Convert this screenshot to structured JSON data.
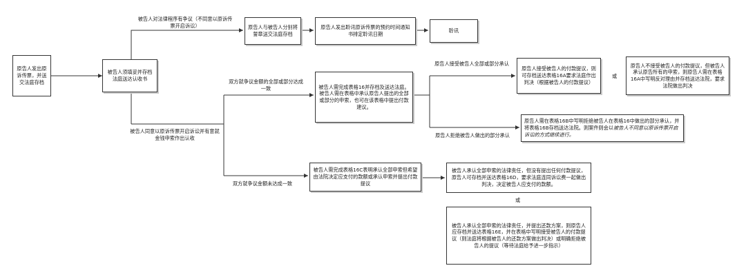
{
  "nodes": {
    "start": "原告人发出原诉传票，并送交法庭存档",
    "serve": "被告人须填妥并存档法庭送达认收书",
    "both_submit": "原告人与被告人分别将誓章送交法庭存档",
    "notice": "原告人发出聆讯原诉传票的预约时间通知书排定聆讯日期",
    "hearing": "聆讯",
    "form16": "被告人需完成表格16并存档及送达法庭。被告人需在表格中承认原告人提出的全部或部分的申索，也可在该表格中提出付款建议。",
    "plaintiff_accept_offer": "原告人接受被告人的付款提议，则可存档送达表格16A要求法庭作出判决（根据被告人的付款提议）",
    "plaintiff_reject_offer": "原告人不接受被告人的付款提议，但被告人承认原告所有的申索，则原告人需在表格16A中写明反对理由并存档送达法院，要求法院做出判决",
    "form16b_plain": "原告人需在表格16B中写明拒绝被告人在表格16中做出的部分承认，并将表格16B存档送达法院。则案件则会以",
    "form16b_italic": "被告人不同意以原诉传票开启诉讼的方式继续进行。",
    "form16c": "被告人需完成表格16C表明承认全部申索但希望由法院决定应支付的款额或承认申索并提出付款提议",
    "full_liability": "被告人承认全部申索的法律责任，但没有提出任何付款提议，原告人可存档并送达表格16D，要求法庭连同诉讼费一起做出判决，决定被告人应支付的款额。",
    "full_liability_plan": "被告人承认全部申索的法律责任，并提出还款方案，则原告人应存档并送达表格16E，并在表格中写明接受被告人的付款提议（则法庭将根据被告人的还款方案做出判决）或明确拒绝被告人的提议（等待法庭给予进一步指示）"
  },
  "labels": {
    "dispute": "被告人对法律程序有争议（不同意以原诉传票开启诉讼）",
    "agree": "被告人同意以原诉传票开启诉讼并有意就金钱申索作出认收",
    "partial_agree": "双方就争议金额的全部或部分达成一致",
    "no_agree": "双方就争议金额未达成一致",
    "accept_all_part": "原告人接受被告人全部或部分承认",
    "reject_part": "原告人拒绝被告人做出的部分承认"
  },
  "or_text": "或",
  "colors": {
    "line": "#333333",
    "shadow": "#c9c9c9"
  }
}
